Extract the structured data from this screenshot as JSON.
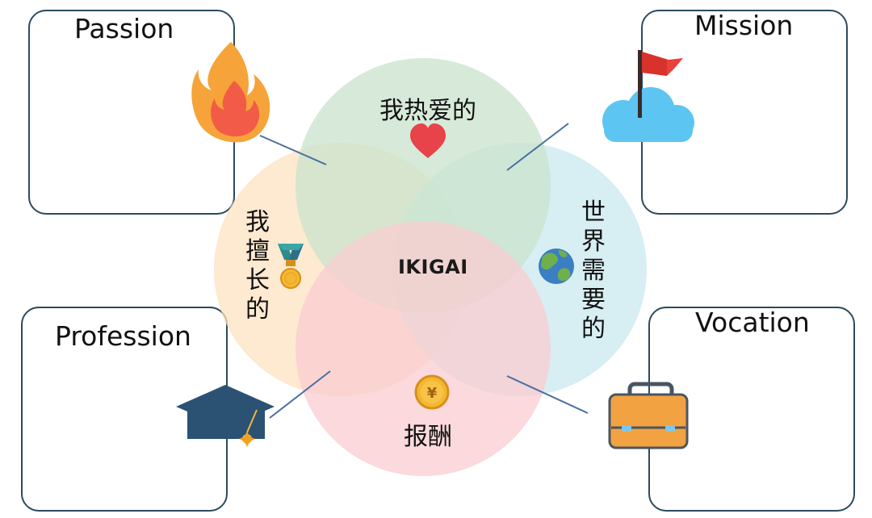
{
  "boxes": {
    "passion": "Passion",
    "mission": "Mission",
    "profession": "Profession",
    "vocation": "Vocation"
  },
  "circles": {
    "love": "我热爱的",
    "good_at": [
      "我",
      "擅",
      "长",
      "的"
    ],
    "world_needs": [
      "世",
      "界",
      "需",
      "要",
      "的"
    ],
    "paid": "报酬"
  },
  "center": "IKIGAI",
  "colors": {
    "love_circle": "#c9e3cc",
    "good_circle": "#fde2c2",
    "world_circle": "#c9e8ef",
    "paid_circle": "#f9ccd0",
    "box_border": "#2d4a5e",
    "connector": "#4a6fa0"
  },
  "icons": {
    "passion": "flame-icon",
    "mission": "flag-on-cloud-icon",
    "profession": "graduation-cap-icon",
    "vocation": "briefcase-icon",
    "love": "heart-icon",
    "good_at": "medal-icon",
    "world_needs": "globe-icon",
    "paid": "yen-coin-icon"
  }
}
